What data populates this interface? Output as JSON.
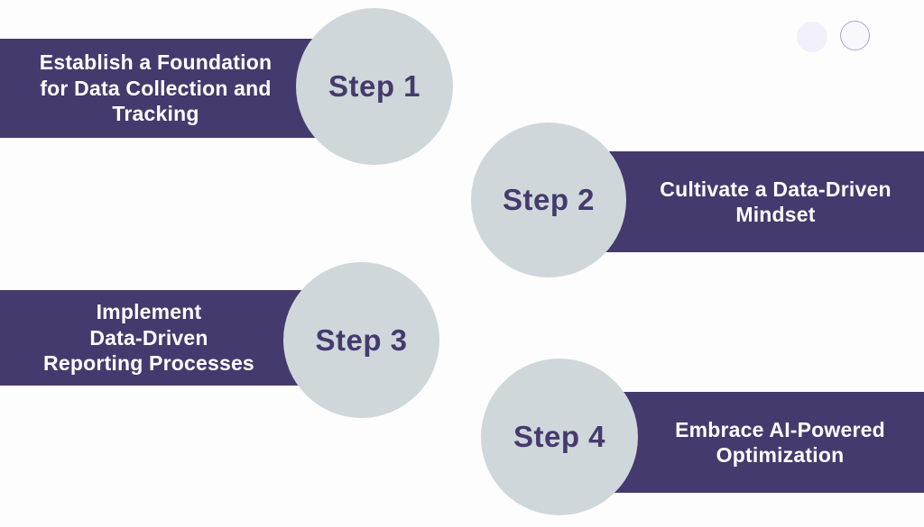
{
  "colors": {
    "background": "#FDFDFD",
    "banner_bg": "#453A6D",
    "banner_text": "#FFFFFF",
    "circle_bg": "#CFD7DB",
    "step_text": "#453A6D",
    "dot_filled_bg": "#F2F1F9",
    "dot_outlined_bg": "#F8F7FC",
    "dot_outlined_border": "#ACA5CC"
  },
  "steps": [
    {
      "label": "Step 1",
      "title": "Establish a Foundation\nfor Data Collection and\nTracking",
      "side": "left"
    },
    {
      "label": "Step 2",
      "title": "Cultivate a Data-Driven\nMindset",
      "side": "right"
    },
    {
      "label": "Step 3",
      "title": "Implement\nData-Driven\nReporting Processes",
      "side": "left"
    },
    {
      "label": "Step 4",
      "title": "Embrace AI-Powered\nOptimization",
      "side": "right"
    }
  ],
  "decor": {
    "dots": [
      "filled-dot",
      "outlined-dot"
    ]
  }
}
